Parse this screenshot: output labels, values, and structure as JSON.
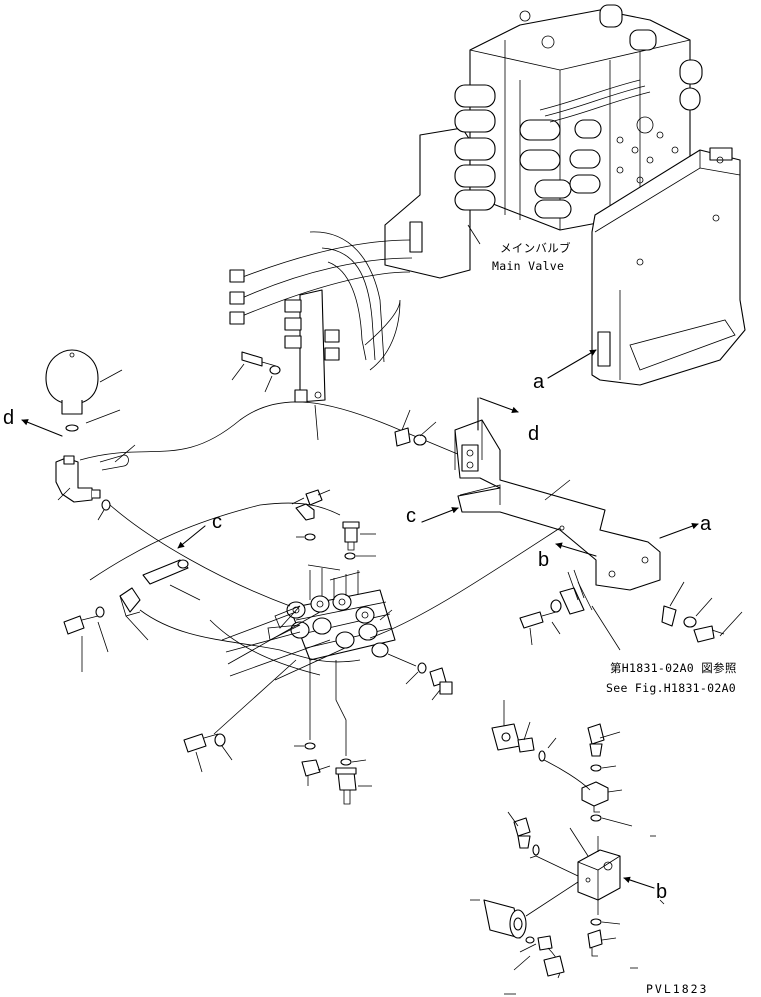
{
  "labels": {
    "a": "a",
    "b": "b",
    "c": "c",
    "d": "d"
  },
  "notes": {
    "main_valve_jp": "メインバルブ",
    "main_valve_en": "Main Valve",
    "ref_jp": "第H1831-02A0 図参照",
    "ref_en": "See Fig.H1831-02A0"
  },
  "drawing_code": "PVL1823",
  "icons": {
    "arrow": "arrow-icon",
    "leader": "leader-line"
  }
}
